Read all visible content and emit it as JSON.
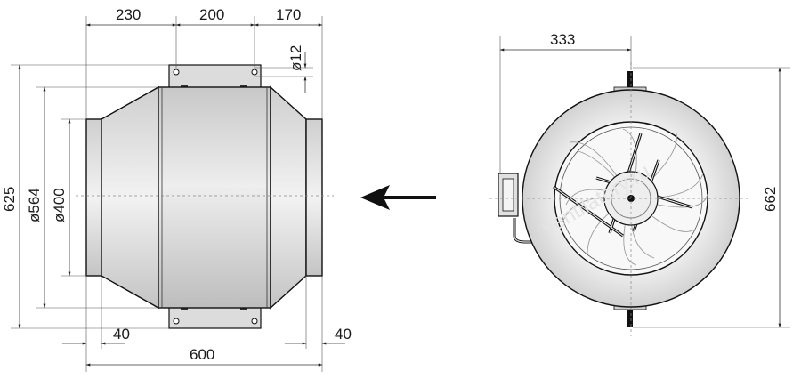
{
  "side_view": {
    "dims": {
      "top_left": "230",
      "top_mid": "200",
      "top_right": "170",
      "hole": "ø12",
      "height_total": "625",
      "diameter_flange": "ø564",
      "diameter_spigot": "ø400",
      "spigot_left": "40",
      "spigot_right": "40",
      "length": "600"
    }
  },
  "front_view": {
    "dims": {
      "offset": "333",
      "height": "662"
    },
    "watermark": "ventilatory.ru"
  },
  "arrow": {
    "direction": "left",
    "icon": "airflow-arrow"
  },
  "colors": {
    "body_fill": "#dcdcdc",
    "ring_fill": "#e8e8e8",
    "line": "#111111"
  }
}
